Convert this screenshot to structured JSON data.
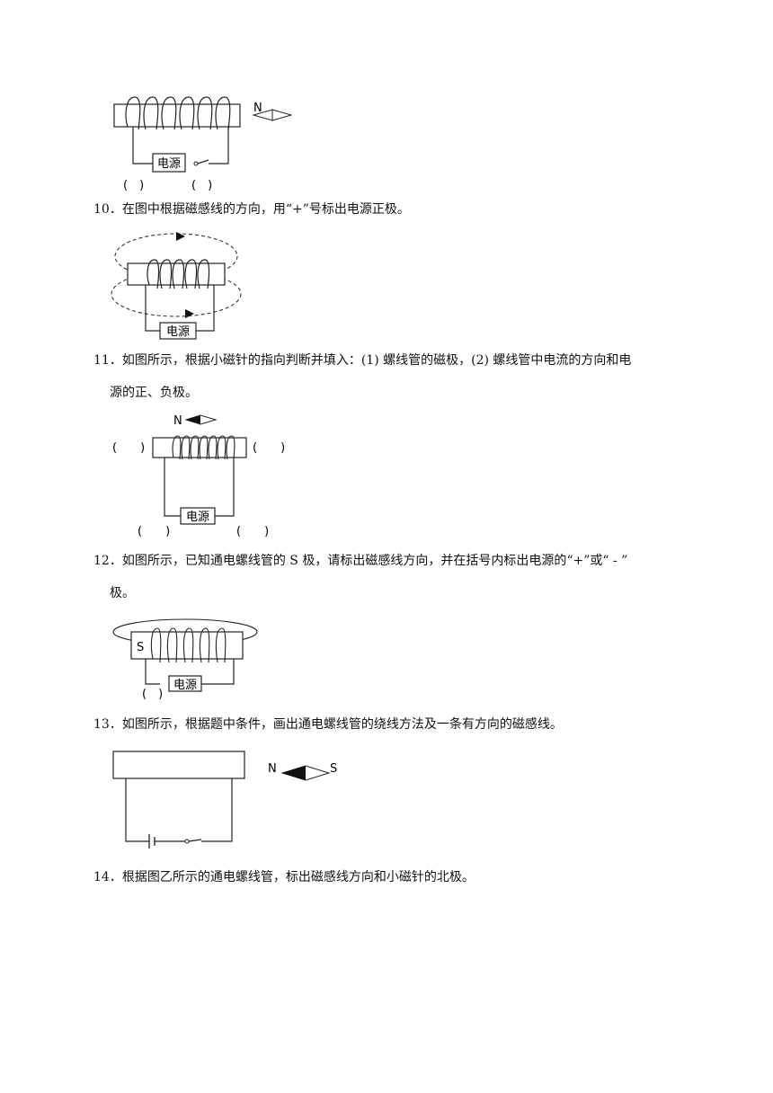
{
  "fig9": {
    "pole_n": "N",
    "supply": "电源",
    "paren_a": "(　)",
    "paren_b": "(　)"
  },
  "q10": {
    "num": "10．",
    "text": "在图中根据磁感线的方向，用“+”号标出电源正极。"
  },
  "fig10": {
    "supply": "电源"
  },
  "q11": {
    "num": "11．",
    "text_line1": "如图所示，根据小磁针的指向判断并填入：(1) 螺线管的磁极，(2) 螺线管中电流的方向和电",
    "text_line2": "源的正、负极。"
  },
  "fig11": {
    "pole_n": "N",
    "supply": "电源",
    "paren_left": "(　　)",
    "paren_right": "(　　)",
    "paren_bl": "(　　)",
    "paren_br": "(　　)"
  },
  "q12": {
    "num": "12．",
    "text_line1": "如图所示，已知通电螺线管的 S 极，请标出磁感线方向，并在括号内标出电源的“+”或“ - ”",
    "text_line2": "极。"
  },
  "fig12": {
    "pole_s": "S",
    "supply": "电源",
    "paren": "(　)"
  },
  "q13": {
    "num": "13．",
    "text": "如图所示，根据题中条件，画出通电螺线管的绕线方法及一条有方向的磁感线。"
  },
  "fig13": {
    "pole_n": "N",
    "pole_s": "S"
  },
  "q14": {
    "num": "14．",
    "text": "根据图乙所示的通电螺线管，标出磁感线方向和小磁针的北极。"
  }
}
